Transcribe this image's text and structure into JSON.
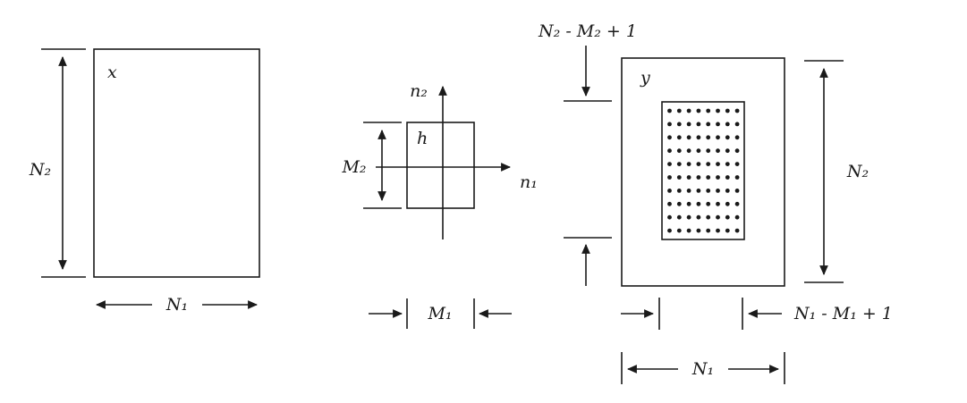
{
  "colors": {
    "line": "#1a1a1a",
    "background": "#ffffff"
  },
  "left_figure": {
    "region_label": "x",
    "height_label": "N₂",
    "width_label": "N₁"
  },
  "middle_figure": {
    "region_label": "h",
    "vertical_axis_label": "n₂",
    "horizontal_axis_label": "n₁",
    "height_label": "M₂",
    "width_label": "M₁"
  },
  "right_figure": {
    "region_label": "y",
    "height_label": "N₂",
    "width_label": "N₁",
    "top_annotation": "N₂ - M₂ + 1",
    "right_annotation": "N₁ - M₁ + 1",
    "dot_grid": {
      "rows": 10,
      "cols": 8
    }
  }
}
